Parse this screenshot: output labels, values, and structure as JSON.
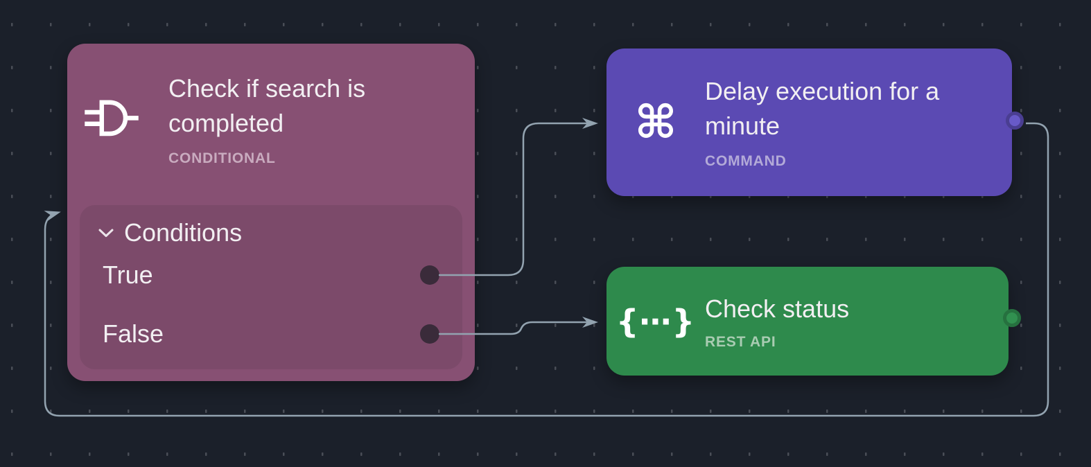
{
  "canvas": {
    "background_color": "#1b202a",
    "grid_dash_color": "#4a4e57",
    "edge_color": "#93a3b0"
  },
  "nodes": [
    {
      "id": "conditional",
      "title": "Check if search is completed",
      "type_label": "CONDITIONAL",
      "icon": "logic-gate-icon",
      "color": "#875073",
      "panel_color": "#7c4a6a",
      "panel": {
        "header": "Conditions",
        "outputs": [
          {
            "label": "True"
          },
          {
            "label": "False"
          }
        ]
      }
    },
    {
      "id": "command",
      "title": "Delay execution for a minute",
      "type_label": "COMMAND",
      "icon": "command-icon",
      "glyph": "⌘",
      "color": "#5b4ab3"
    },
    {
      "id": "rest-api",
      "title": "Check status",
      "type_label": "REST API",
      "icon": "braces-icon",
      "glyph": "{⋯}",
      "color": "#2e8a4c"
    }
  ],
  "edges": [
    {
      "from": "conditional.True",
      "to": "command"
    },
    {
      "from": "conditional.False",
      "to": "rest-api"
    },
    {
      "from": "command.output",
      "to": "conditional.input"
    }
  ]
}
